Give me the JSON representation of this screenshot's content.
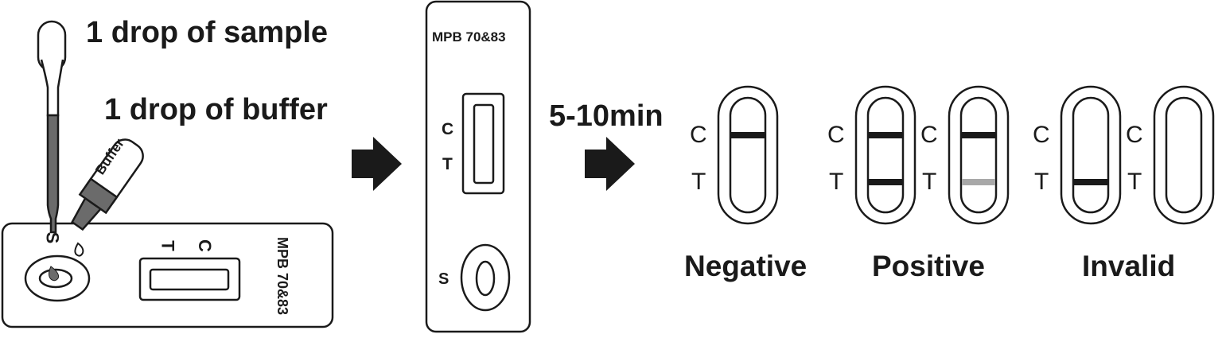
{
  "step1": {
    "sample_instruction": "1 drop of sample",
    "buffer_instruction": "1 drop of buffer",
    "buffer_bottle_label": "Buffer",
    "cassette": {
      "model_label": "MPB 70&83",
      "sample_well_label": "S",
      "control_label": "C",
      "test_label": "T"
    }
  },
  "step2": {
    "cassette": {
      "model_label": "MPB 70&83",
      "control_label": "C",
      "test_label": "T",
      "sample_well_label": "S"
    }
  },
  "wait_time": "5-10min",
  "results": [
    {
      "label": "Negative",
      "strips": [
        {
          "c_label": "C",
          "t_label": "T",
          "c_line": true,
          "t_line": false,
          "t_line_faint": false
        }
      ]
    },
    {
      "label": "Positive",
      "strips": [
        {
          "c_label": "C",
          "t_label": "T",
          "c_line": true,
          "t_line": true,
          "t_line_faint": false
        },
        {
          "c_label": "C",
          "t_label": "T",
          "c_line": true,
          "t_line": true,
          "t_line_faint": true
        }
      ]
    },
    {
      "label": "Invalid",
      "strips": [
        {
          "c_label": "C",
          "t_label": "T",
          "c_line": false,
          "t_line": true,
          "t_line_faint": false
        },
        {
          "c_label": "C",
          "t_label": "T",
          "c_line": false,
          "t_line": false,
          "t_line_faint": false
        }
      ]
    }
  ],
  "colors": {
    "ink": "#1a1a1a",
    "sample_liquid": "#6b6b6b",
    "faint_line": "#a8a8a8"
  }
}
